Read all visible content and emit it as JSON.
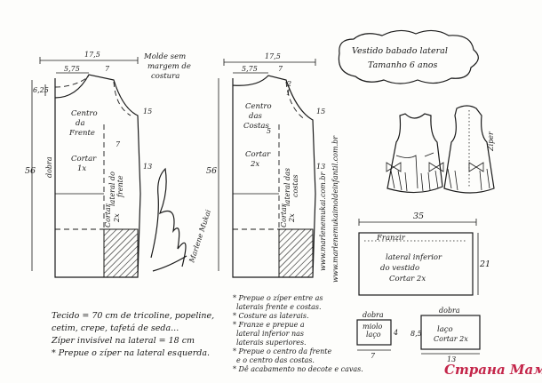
{
  "colors": {
    "ink": "#1a1a1a",
    "paper": "#fdfdfb",
    "watermark": "#c4264a"
  },
  "title": {
    "line1": "Vestido babado lateral",
    "line2": "Tamanho 6 anos"
  },
  "front": {
    "top_width": "17,5",
    "neck_width": "5,75",
    "shoulder_drop": "7",
    "neck_depth": "6,25",
    "armhole": "15",
    "side_width": "7",
    "panel_height": "13",
    "length": "56",
    "label_line1": "Centro",
    "label_line2": "da",
    "label_line3": "Frente",
    "cut_line1": "Cortar",
    "cut_line2": "1x",
    "fold_label": "dobra",
    "side_panel_line1": "lateral do",
    "side_panel_line2": "frente",
    "small_cut_line1": "Cortar",
    "small_cut_line2": "2x",
    "note_line1": "Molde sem",
    "note_line2": "margem de",
    "note_line3": "costura"
  },
  "back": {
    "top_width": "17,5",
    "neck_width": "5,75",
    "shoulder_drop": "7",
    "back_neck_depth": "2",
    "armhole": "15",
    "small_dims": [
      "1",
      "5"
    ],
    "panel_height": "13",
    "length": "56",
    "label_line1": "Centro",
    "label_line2": "das",
    "label_line3": "Costas",
    "cut_line1": "Cortar",
    "cut_line2": "2x",
    "side_panel_line1": "lateral das",
    "side_panel_line2": "costas",
    "small_cut_line1": "Cortar",
    "small_cut_line2": "2x"
  },
  "websites": [
    "www.marlenemukai.com.br",
    "www.marlenemukaimoldeinfantil.com.br"
  ],
  "signature": "Marlene Mukai",
  "ruffle": {
    "width": "35",
    "height": "21",
    "gather_label": "Franzir",
    "line1": "lateral inferior",
    "line2": "do vestido",
    "line3": "Cortar 2x"
  },
  "bow_small": {
    "fold_label": "dobra",
    "line1": "miolo",
    "line2": "laço",
    "line3": "4",
    "width": "7",
    "height": "4"
  },
  "bow_large": {
    "fold_label": "dobra",
    "line1": "laço",
    "line2": "Cortar 2x",
    "width": "13",
    "height": "8,5"
  },
  "fabric_notes": [
    "Tecido = 70 cm  de  tricoline, popeline,",
    "cetim, crepe, tafetá de seda...",
    "Zíper invisível na lateral = 18 cm",
    "* Prepue o zíper na lateral esquerda."
  ],
  "sewing_notes": [
    "* Prepue o zíper entre as",
    "laterais frente e costas.",
    "* Costure as laterais.",
    "* Franze e prepue a",
    "lateral inferior nas",
    "laterais superiores.",
    "* Prepue o centro da frente",
    "e o centro das costas.",
    "* Dê acabamento no decote e cavas."
  ],
  "zipper_label": "Zíper",
  "watermark": "Страна Мам"
}
